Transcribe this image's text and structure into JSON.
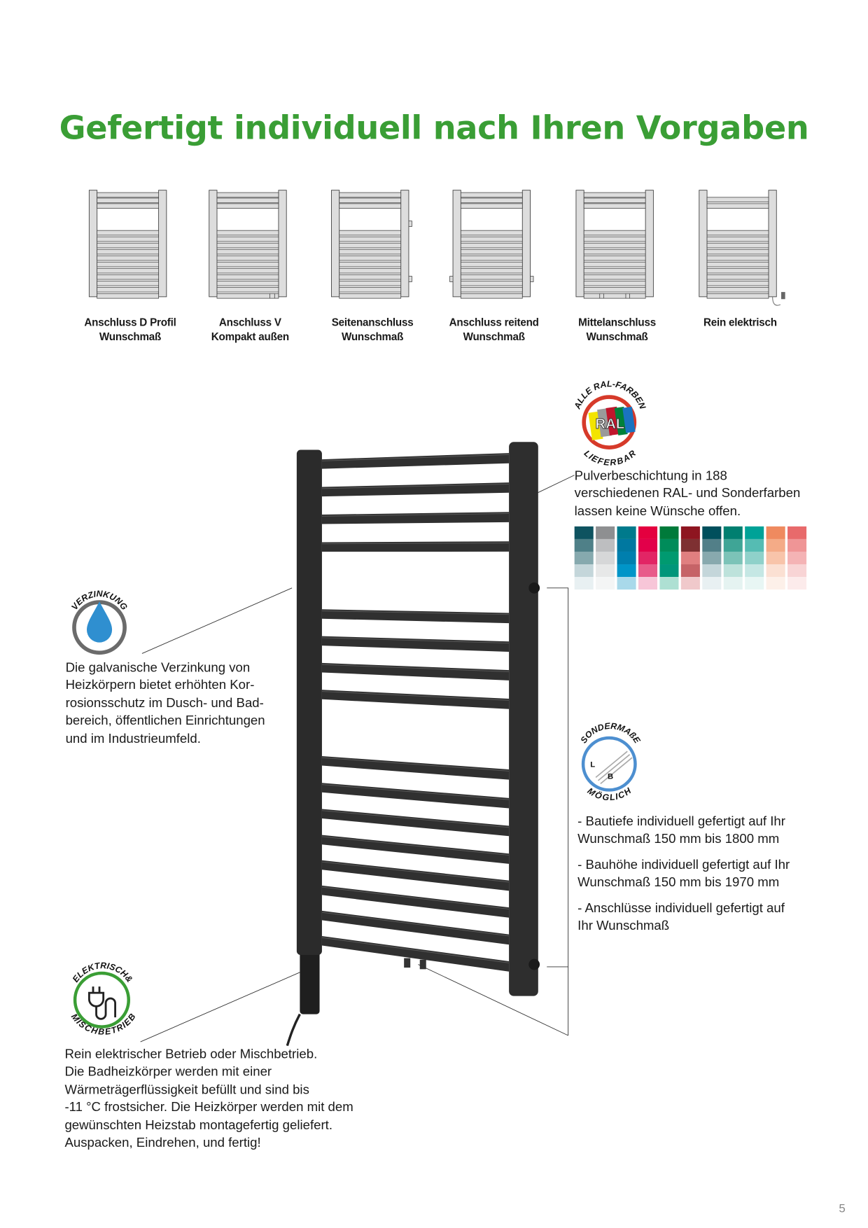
{
  "title": "Gefertigt individuell nach Ihren Vorgaben",
  "variants": [
    {
      "line1": "Anschluss D Profil",
      "line2": "Wunschmaß"
    },
    {
      "line1": "Anschluss V",
      "line2": "Kompakt außen"
    },
    {
      "line1": "Seitenanschluss",
      "line2": "Wunschmaß"
    },
    {
      "line1": "Anschluss reitend",
      "line2": "Wunschmaß"
    },
    {
      "line1": "Mittelanschluss",
      "line2": "Wunschmaß"
    },
    {
      "line1": "Rein elektrisch",
      "line2": ""
    }
  ],
  "ral": {
    "badge_top": "ALLE RAL-FARBEN",
    "badge_center": "RAL",
    "badge_bottom": "LIEFERBAR",
    "lines": [
      "Pulverbeschichtung in 188",
      "verschiedenen RAL- und Sonderfarben",
      "lassen keine Wünsche offen."
    ],
    "swatches": [
      [
        "#0e5360",
        "#4f8088",
        "#86a9ae",
        "#c4d6da",
        "#e8f0f2"
      ],
      [
        "#8e8f91",
        "#bdbec0",
        "#d6d7d8",
        "#e7e8e8",
        "#f4f5f5"
      ],
      [
        "#007a8c",
        "#0078a0",
        "#007fae",
        "#0095c8",
        "#a9d9ea"
      ],
      [
        "#e4003f",
        "#e2004a",
        "#e22565",
        "#e85b8a",
        "#f7c6d8"
      ],
      [
        "#007a3a",
        "#008c5a",
        "#009a70",
        "#00967a",
        "#aee0d3"
      ],
      [
        "#8e1520",
        "#7e3032",
        "#e07f80",
        "#c66367",
        "#f0c9cb"
      ],
      [
        "#004f5c",
        "#527f88",
        "#88a9ae",
        "#c4d6da",
        "#e8f0f2"
      ],
      [
        "#007f70",
        "#3fa596",
        "#7cc3b8",
        "#bde2db",
        "#e5f3f1"
      ],
      [
        "#00a297",
        "#55bcb3",
        "#8fd1ca",
        "#c5e7e4",
        "#e8f6f4"
      ],
      [
        "#ef8a5f",
        "#f4ab87",
        "#f8c4aa",
        "#fbe0d3",
        "#fdf0e9"
      ],
      [
        "#e86a6b",
        "#ef9596",
        "#f4b3b5",
        "#f8d4d5",
        "#fcebeb"
      ]
    ]
  },
  "verzinkung": {
    "badge": "VERZINKUNG",
    "lines": [
      "Die galvanische Verzinkung von",
      "Heizkörpern bietet erhöhten Kor-",
      "rosionsschutz im Dusch- und Bad-",
      "bereich, öffentlichen Einrichtungen",
      "und im Industrieumfeld."
    ]
  },
  "sondermasse": {
    "badge_top": "SONDERMAßE",
    "badge_bottom": "MÖGLICH",
    "label_l": "L",
    "label_b": "B",
    "bullets": [
      [
        "- Bautiefe individuell gefertigt auf Ihr",
        "Wunschmaß 150 mm bis 1800 mm"
      ],
      [
        "- Bauhöhe individuell gefertigt auf Ihr",
        "Wunschmaß 150 mm bis 1970 mm"
      ],
      [
        "- Anschlüsse individuell gefertigt auf",
        "Ihr Wunschmaß"
      ]
    ]
  },
  "elektrisch": {
    "badge_top": "ELEKTRISCH&",
    "badge_bottom": "MISCHBETRIEB",
    "lines": [
      "Rein elektrischer Betrieb oder Mischbetrieb.",
      "Die Badheizkörper werden mit einer",
      "Wärmeträgerflüssigkeit befüllt und sind bis",
      "-11  °C frostsicher. Die Heizkörper werden mit dem",
      "gewünschten Heizstab montagefertig geliefert.",
      "Auspacken, Eindrehen, und fertig!"
    ]
  },
  "page_number": "5",
  "colors": {
    "title": "#3a9e35",
    "radiator": "#2b2b2b"
  }
}
